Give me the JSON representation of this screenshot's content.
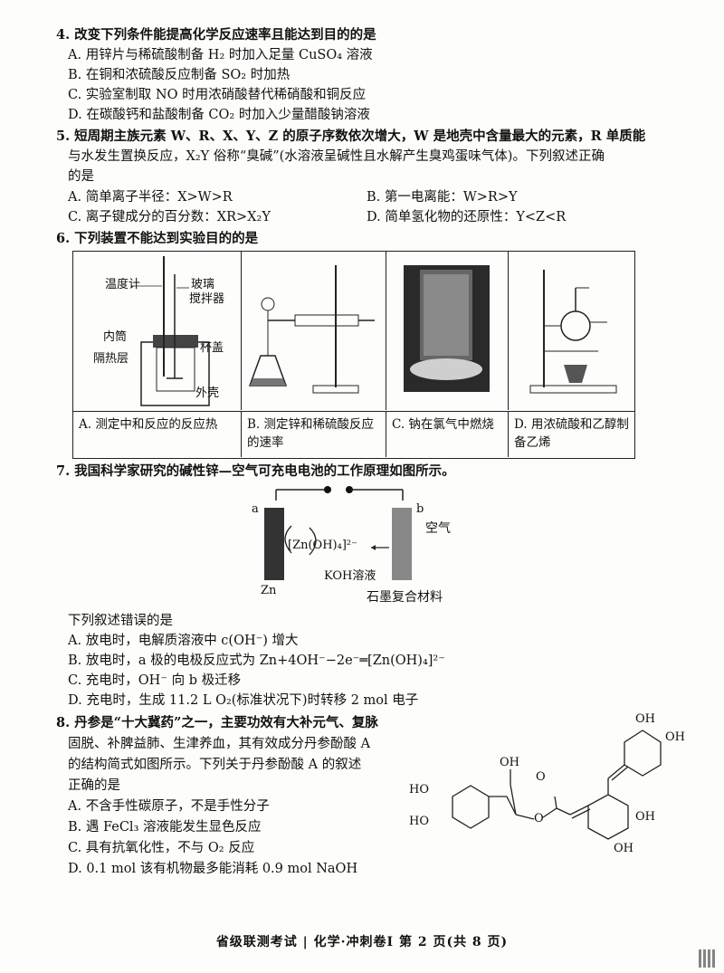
{
  "q4": {
    "stem": "4. 改变下列条件能提高化学反应速率且能达到目的的是",
    "options": [
      "A. 用锌片与稀硫酸制备 H₂ 时加入足量 CuSO₄ 溶液",
      "B. 在铜和浓硫酸反应制备 SO₂ 时加热",
      "C. 实验室制取 NO 时用浓硝酸替代稀硝酸和铜反应",
      "D. 在碳酸钙和盐酸制备 CO₂ 时加入少量醋酸钠溶液"
    ]
  },
  "q5": {
    "stem_line1": "5. 短周期主族元素 W、R、X、Y、Z 的原子序数依次增大，W 是地壳中含量最大的元素，R 单质能",
    "stem_line2": "与水发生置换反应，X₂Y 俗称“臭碱”(水溶液呈碱性且水解产生臭鸡蛋味气体)。下列叙述正确",
    "stem_line3": "的是",
    "options": [
      "A. 简单离子半径：X>W>R",
      "B. 第一电离能：W>R>Y",
      "C. 离子键成分的百分数：XR>X₂Y",
      "D. 简单氢化物的还原性：Y<Z<R"
    ]
  },
  "q6": {
    "stem": "6. 下列装置不能达到实验目的的是",
    "labels": {
      "thermometer": "温度计",
      "glass": "玻璃",
      "stirrer": "搅拌器",
      "inner": "内筒",
      "lid": "杯盖",
      "insulation": "隔热层",
      "outer": "外壳"
    },
    "captions": [
      "A. 测定中和反应的反应热",
      "B. 测定锌和稀硫酸反应的速率",
      "C. 钠在氯气中燃烧",
      "D. 用浓硫酸和乙醇制备乙烯"
    ]
  },
  "q7": {
    "stem": "7. 我国科学家研究的碱性锌—空气可充电电池的工作原理如图所示。",
    "diagram": {
      "a": "a",
      "b": "b",
      "air": "空气",
      "ion": "[Zn(OH)₄]²⁻",
      "koh": "KOH溶液",
      "zn": "Zn",
      "graphite": "石墨复合材料"
    },
    "ask": "下列叙述错误的是",
    "options": [
      "A. 放电时，电解质溶液中 c(OH⁻) 增大",
      "B. 放电时，a 极的电极反应式为 Zn+4OH⁻−2e⁻═[Zn(OH)₄]²⁻",
      "C. 充电时，OH⁻ 向 b 极迁移",
      "D. 充电时，生成 11.2 L O₂(标准状况下)时转移 2 mol 电子"
    ]
  },
  "q8": {
    "lines": [
      "8. 丹参是“十大冀药”之一，主要功效有大补元气、复脉",
      "固脱、补脾益肺、生津养血，其有效成分丹参酚酸 A",
      "的结构简式如图所示。下列关于丹参酚酸 A 的叙述",
      "正确的是"
    ],
    "options": [
      "A. 不含手性碳原子，不是手性分子",
      "B. 遇 FeCl₃ 溶液能发生显色反应",
      "C. 具有抗氧化性，不与 O₂ 反应",
      "D. 0.1 mol 该有机物最多能消耗 0.9 mol NaOH"
    ],
    "oh": "OH",
    "ho": "HO",
    "o": "O"
  },
  "footer": "省级联测考试 | 化学·冲刺卷Ⅰ  第 2 页(共 8 页)"
}
